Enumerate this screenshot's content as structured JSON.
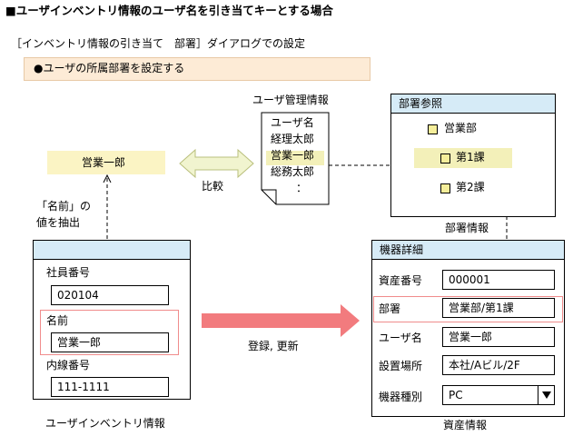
{
  "header": {
    "title": "■ユーザインベントリ情報のユーザ名を引き当てキーとする場合"
  },
  "subtitle": "［インベントリ情報の引き当て　部署］ダイアログでの設定",
  "note": "●ユーザの所属部署を設定する",
  "user_name_box": "営業一郎",
  "compare_label": "比較",
  "user_mgmt": {
    "title": "ユーザ管理情報",
    "items": [
      "ユーザ名",
      "経理太郎",
      "営業一郎",
      "総務太郎",
      "："
    ]
  },
  "dept_ref": {
    "title": "部署参照",
    "root": "営業部",
    "children": [
      "第1課",
      "第2課"
    ],
    "caption": "部署情報"
  },
  "extract_label": {
    "line1": "「名前」の",
    "line2": "値を抽出"
  },
  "inventory": {
    "caption": "ユーザインベントリ情報",
    "fields": [
      {
        "label": "社員番号",
        "value": "020104"
      },
      {
        "label": "名前",
        "value": "営業一郎"
      },
      {
        "label": "内線番号",
        "value": "111-1111"
      }
    ]
  },
  "register_label": "登録, 更新",
  "asset": {
    "title": "機器詳細",
    "caption": "資産情報",
    "fields": [
      {
        "label": "資産番号",
        "value": "000001"
      },
      {
        "label": "部署",
        "value": "営業部/第1課"
      },
      {
        "label": "ユーザ名",
        "value": "営業一郎"
      },
      {
        "label": "設置場所",
        "value": "本社/Aビル/2F"
      },
      {
        "label": "機器種別",
        "value": "PC"
      }
    ],
    "dropdown_icon": "triangle-down-icon"
  }
}
